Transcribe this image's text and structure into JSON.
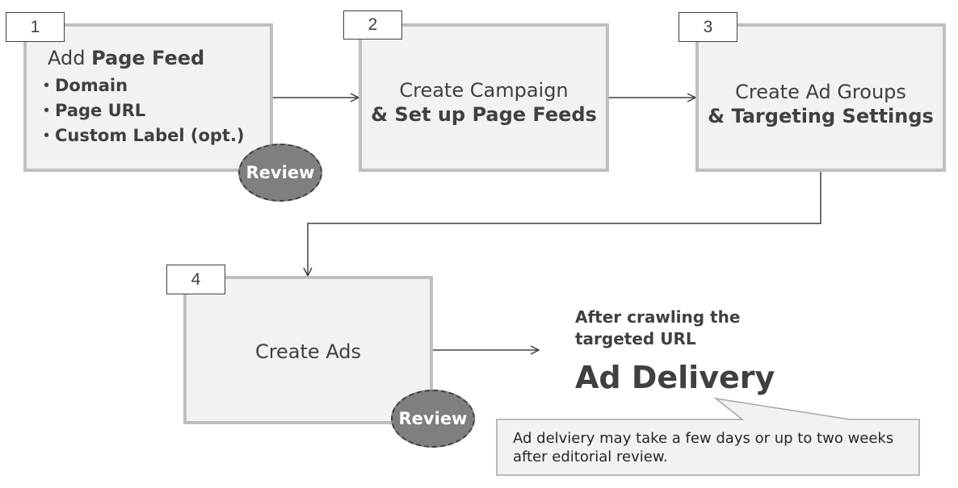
{
  "steps": [
    {
      "number": "1",
      "title_prefix": "Add ",
      "title_bold": "Page Feed",
      "bullets": [
        "・Domain",
        "・Page URL",
        "・Custom Label (opt.)"
      ]
    },
    {
      "number": "2",
      "line1": "Create Campaign",
      "line2": "& Set up Page Feeds"
    },
    {
      "number": "3",
      "line1": "Create Ad Groups",
      "line2": "& Targeting Settings"
    },
    {
      "number": "4",
      "line1": "Create Ads"
    }
  ],
  "review_badges": [
    "Review",
    "Review"
  ],
  "outcome": {
    "condition": [
      "After crawling the",
      "targeted URL"
    ],
    "title": "Ad Delivery"
  },
  "callout": {
    "lines": [
      "Ad delviery may take a few days or up to two weeks",
      "after editorial review."
    ]
  },
  "colors": {
    "box_fill": "#f2f2f2",
    "box_border": "#bfbfbf",
    "text": "#404040",
    "review_fill": "#7f7f7f",
    "callout_fill": "#f2f2f2",
    "callout_border": "#a6a6a6"
  }
}
